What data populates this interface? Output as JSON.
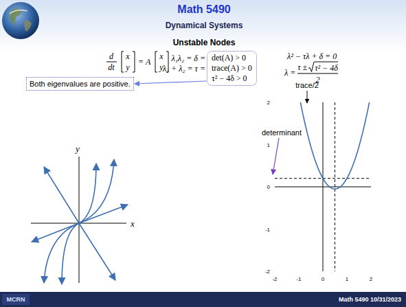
{
  "diagram": {
    "title": "Math 5490",
    "nodes": [
      {
        "text": [
          "det(A) > 0",
          "trace(A) > 0",
          "τ² − 4δ > 0"
        ]
      },
      {
        "text": [
          "Both eigenvalues are positive."
        ]
      }
    ],
    "edges": [
      {
        "from": 0,
        "to": 1,
        "arrow": "to"
      }
    ],
    "labels": [
      "Dynamical Systems",
      "Unstable Nodes",
      "d",
      "dt",
      "x",
      "y",
      "= A",
      "x",
      "y",
      "λ₁λ₂ = δ =",
      "λ₁ + λ₂ = τ =",
      "λ² − τλ + δ = 0",
      "λ =",
      "τ ±",
      "τ² − 4δ",
      "2",
      "trace/2",
      "determinant",
      "y",
      "x",
      "2",
      "1",
      "0",
      "-1",
      "-2",
      "-2",
      "-1",
      "0",
      "1",
      "2",
      "MCRN",
      "Math 5490 10/31/2023"
    ]
  }
}
